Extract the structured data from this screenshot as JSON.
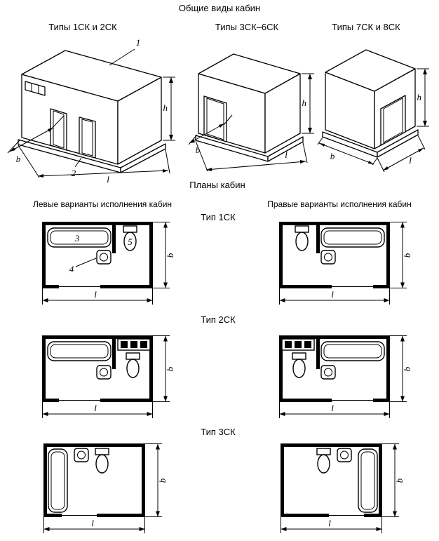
{
  "page": {
    "title_general_views": "Общие виды кабин",
    "title_plans": "Планы кабин",
    "header_left_variants": "Левые варианты исполнения кабин",
    "header_right_variants": "Правые варианты исполнения кабин"
  },
  "general_views": [
    {
      "caption": "Типы 1СК и 2СК"
    },
    {
      "caption": "Типы 3СК–6СК"
    },
    {
      "caption": "Типы 7СК и 8СК"
    }
  ],
  "plan_rows": [
    {
      "type_label": "Тип 1СК"
    },
    {
      "type_label": "Тип 2СК"
    },
    {
      "type_label": "Тип 3СК"
    }
  ],
  "dim_labels": {
    "height": "h",
    "width": "b",
    "length": "l"
  },
  "callouts": {
    "cabin": "1",
    "base": "2",
    "bath": "3",
    "washbasin": "4",
    "toilet": "5"
  }
}
